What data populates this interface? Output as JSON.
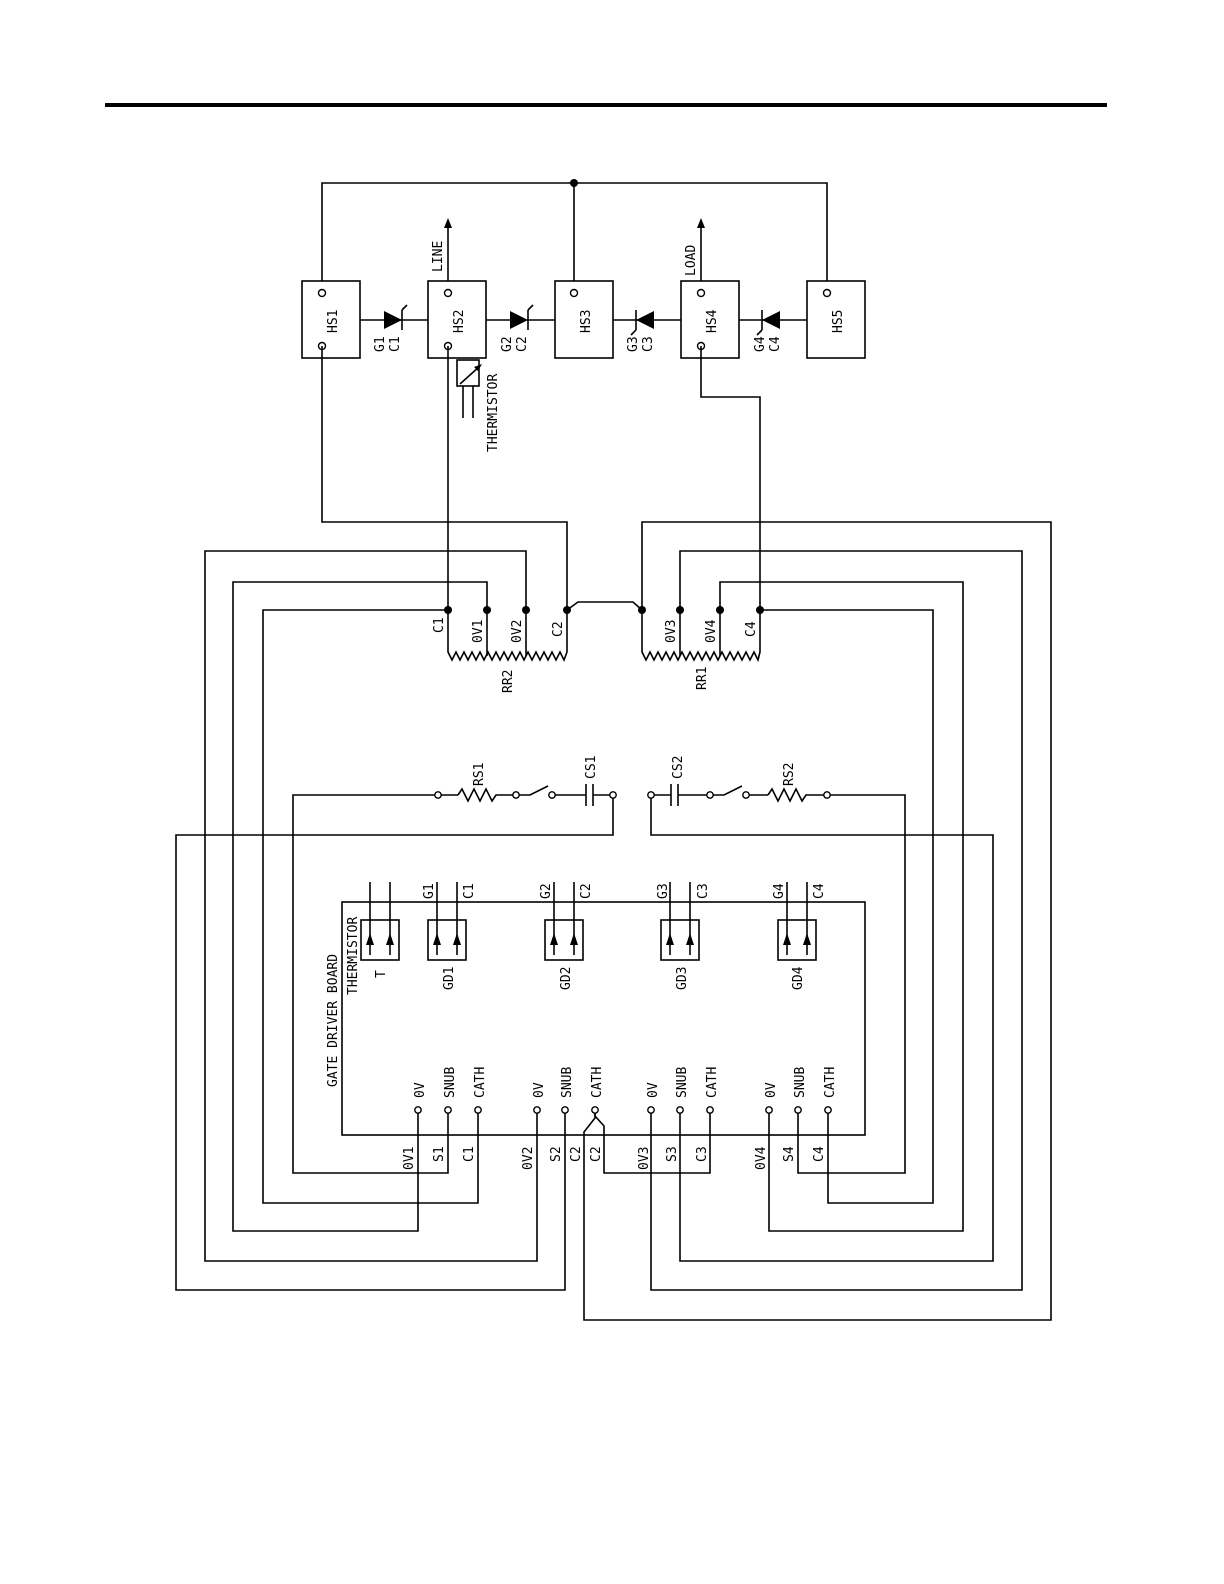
{
  "heatsinks": [
    "HS1",
    "HS2",
    "HS3",
    "HS4",
    "HS5"
  ],
  "scr_labels": [
    {
      "g": "G1",
      "c": "C1"
    },
    {
      "g": "G2",
      "c": "C2"
    },
    {
      "g": "G3",
      "c": "C3"
    },
    {
      "g": "G4",
      "c": "C4"
    }
  ],
  "line_label": "LINE",
  "load_label": "LOAD",
  "thermistor_label": "THERMISTOR",
  "rr2": {
    "name": "RR2",
    "taps": [
      "C1",
      "0V1",
      "0V2",
      "C2"
    ]
  },
  "rr1": {
    "name": "RR1",
    "taps": [
      "0V3",
      "0V4",
      "C4"
    ]
  },
  "snubbers": {
    "rs1": "RS1",
    "cs1": "CS1",
    "cs2": "CS2",
    "rs2": "RS2"
  },
  "board": {
    "title": "GATE DRIVER BOARD",
    "thermistor": "THERMISTOR",
    "connectors": [
      {
        "name": "T",
        "pins": [
          "",
          ""
        ]
      },
      {
        "name": "GD1",
        "pins": [
          "G1",
          "C1"
        ]
      },
      {
        "name": "GD2",
        "pins": [
          "G2",
          "C2"
        ]
      },
      {
        "name": "GD3",
        "pins": [
          "G3",
          "C3"
        ]
      },
      {
        "name": "GD4",
        "pins": [
          "G4",
          "C4"
        ]
      }
    ],
    "terminals": [
      {
        "top": "0V",
        "bottom": "0V1"
      },
      {
        "top": "SNUB",
        "bottom": "S1"
      },
      {
        "top": "CATH",
        "bottom": "C1"
      },
      {
        "top": "0V",
        "bottom": "0V2"
      },
      {
        "top": "SNUB",
        "bottom": "S2"
      },
      {
        "top": "CATH",
        "bottom": "C2"
      },
      {
        "top": "",
        "bottom": "C2"
      },
      {
        "top": "0V",
        "bottom": "0V3"
      },
      {
        "top": "SNUB",
        "bottom": "S3"
      },
      {
        "top": "CATH",
        "bottom": "C3"
      },
      {
        "top": "0V",
        "bottom": "0V4"
      },
      {
        "top": "SNUB",
        "bottom": "S4"
      },
      {
        "top": "CATH",
        "bottom": "C4"
      }
    ]
  }
}
